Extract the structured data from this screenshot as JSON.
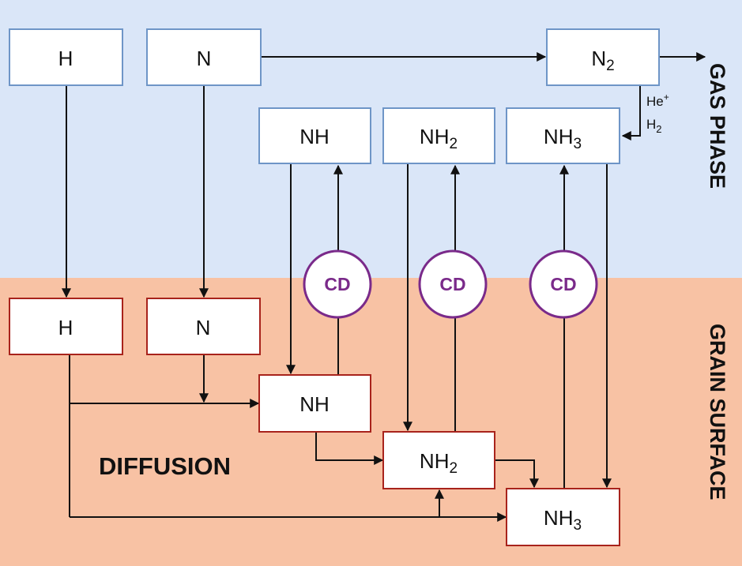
{
  "labels": {
    "gas_phase": "GAS PHASE",
    "grain_surface": "GRAIN SURFACE",
    "diffusion": "DIFFUSION",
    "he_plus": "He",
    "he_plus_sup": "+",
    "h2_base": "H",
    "h2_sub": "2"
  },
  "colors": {
    "gas_bg": "#dae6f8",
    "grain_bg": "#f8c2a4",
    "gas_box_border": "#6e95c7",
    "grain_box_border": "#a8231c",
    "cd_border": "#7a2a8a",
    "cd_text": "#7a2a8a",
    "arrow": "#111111"
  },
  "gas_nodes": {
    "h": {
      "base": "H",
      "sub": ""
    },
    "n": {
      "base": "N",
      "sub": ""
    },
    "n2": {
      "base": "N",
      "sub": "2"
    },
    "nh": {
      "base": "NH",
      "sub": ""
    },
    "nh2": {
      "base": "NH",
      "sub": "2"
    },
    "nh3": {
      "base": "NH",
      "sub": "3"
    }
  },
  "grain_nodes": {
    "h": {
      "base": "H",
      "sub": ""
    },
    "n": {
      "base": "N",
      "sub": ""
    },
    "nh": {
      "base": "NH",
      "sub": ""
    },
    "nh2": {
      "base": "NH",
      "sub": "2"
    },
    "nh3": {
      "base": "NH",
      "sub": "3"
    }
  },
  "cd_nodes": {
    "cd1": "CD",
    "cd2": "CD",
    "cd3": "CD"
  }
}
